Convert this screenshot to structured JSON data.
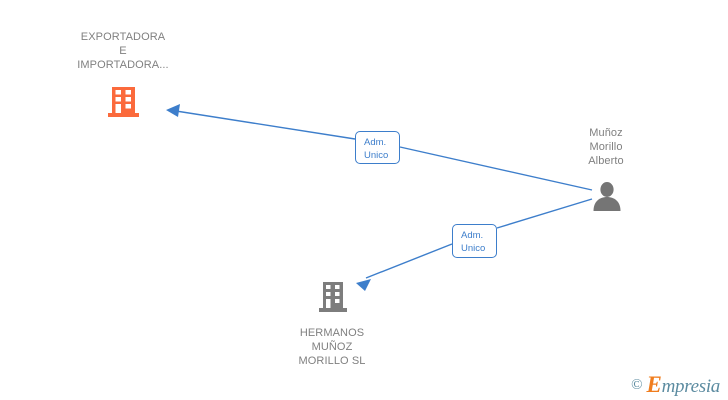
{
  "diagram": {
    "type": "org-relationship-graph",
    "background_color": "#ffffff",
    "nodes": [
      {
        "id": "company-exportadora",
        "kind": "company",
        "icon": "building-icon",
        "color": "#fb6a3c",
        "label": "EXPORTADORA\nE\nIMPORTADORA..."
      },
      {
        "id": "person-munoz",
        "kind": "person",
        "icon": "person-icon",
        "color": "#808080",
        "label": "Muñoz\nMorillo\nAlberto"
      },
      {
        "id": "company-hermanos",
        "kind": "company",
        "icon": "building-icon",
        "color": "#808080",
        "label": "HERMANOS\nMUÑOZ\nMORILLO SL"
      }
    ],
    "edges": [
      {
        "id": "edge-1",
        "from": "person-munoz",
        "to": "company-exportadora",
        "label": "Adm.\nUnico",
        "color": "#3d7ecb"
      },
      {
        "id": "edge-2",
        "from": "person-munoz",
        "to": "company-hermanos",
        "label": "Adm.\nUnico",
        "color": "#3d7ecb"
      }
    ]
  },
  "watermark": {
    "copyright": "©",
    "brand_initial": "E",
    "brand_rest": "mpresia"
  }
}
